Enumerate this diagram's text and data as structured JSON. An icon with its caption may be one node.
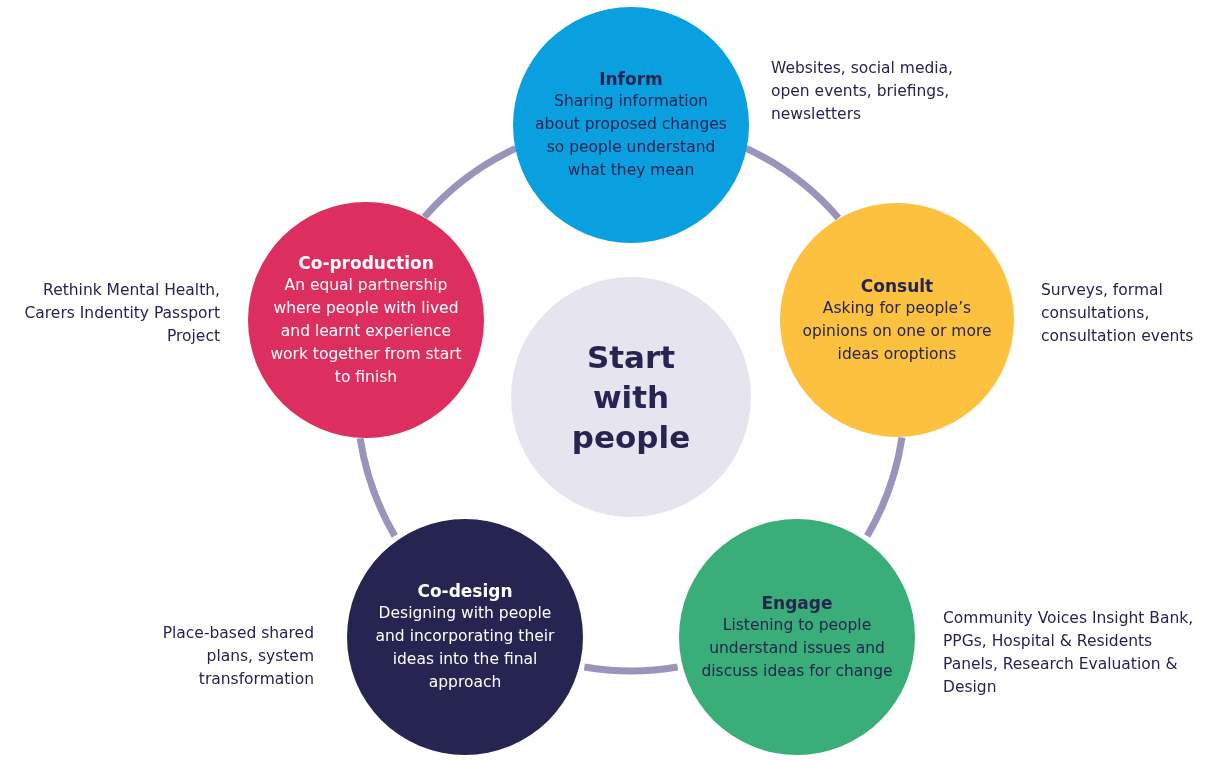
{
  "diagram": {
    "nodes": [
      {
        "text": [
          "Start with people"
        ]
      },
      {
        "text": [
          "Inform",
          "Sharing information about proposed changes so people understand what they mean"
        ],
        "beside": [
          "Websites, social media, open events, briefings, newsletters"
        ]
      },
      {
        "text": [
          "Consult",
          "Asking for people’s opinions on one or more ideas oroptions"
        ],
        "beside": [
          "Surveys, formal consultations, consultation events"
        ]
      },
      {
        "text": [
          "Engage",
          "Listening to people understand issues and discuss ideas for change"
        ],
        "beside": [
          "Community Voices Insight Bank, PPGs, Hospital & Residents Panels, Research Evaluation & Design"
        ]
      },
      {
        "text": [
          "Co-design",
          "Designing with people and incorporating their ideas into the final approach"
        ],
        "beside": [
          "Place-based shared plans, system transformation"
        ]
      },
      {
        "text": [
          "Co-production",
          "An equal partnership where people with lived and learnt experience work together from start to finish"
        ],
        "beside": [
          "Rethink Mental Health, Carers Indentity Passport Project"
        ]
      }
    ],
    "edges": [
      {
        "from": 1,
        "to": 2,
        "arrow": "none"
      },
      {
        "from": 2,
        "to": 3,
        "arrow": "none"
      },
      {
        "from": 3,
        "to": 4,
        "arrow": "none"
      },
      {
        "from": 4,
        "to": 5,
        "arrow": "none"
      },
      {
        "from": 5,
        "to": 1,
        "arrow": "none"
      }
    ]
  }
}
